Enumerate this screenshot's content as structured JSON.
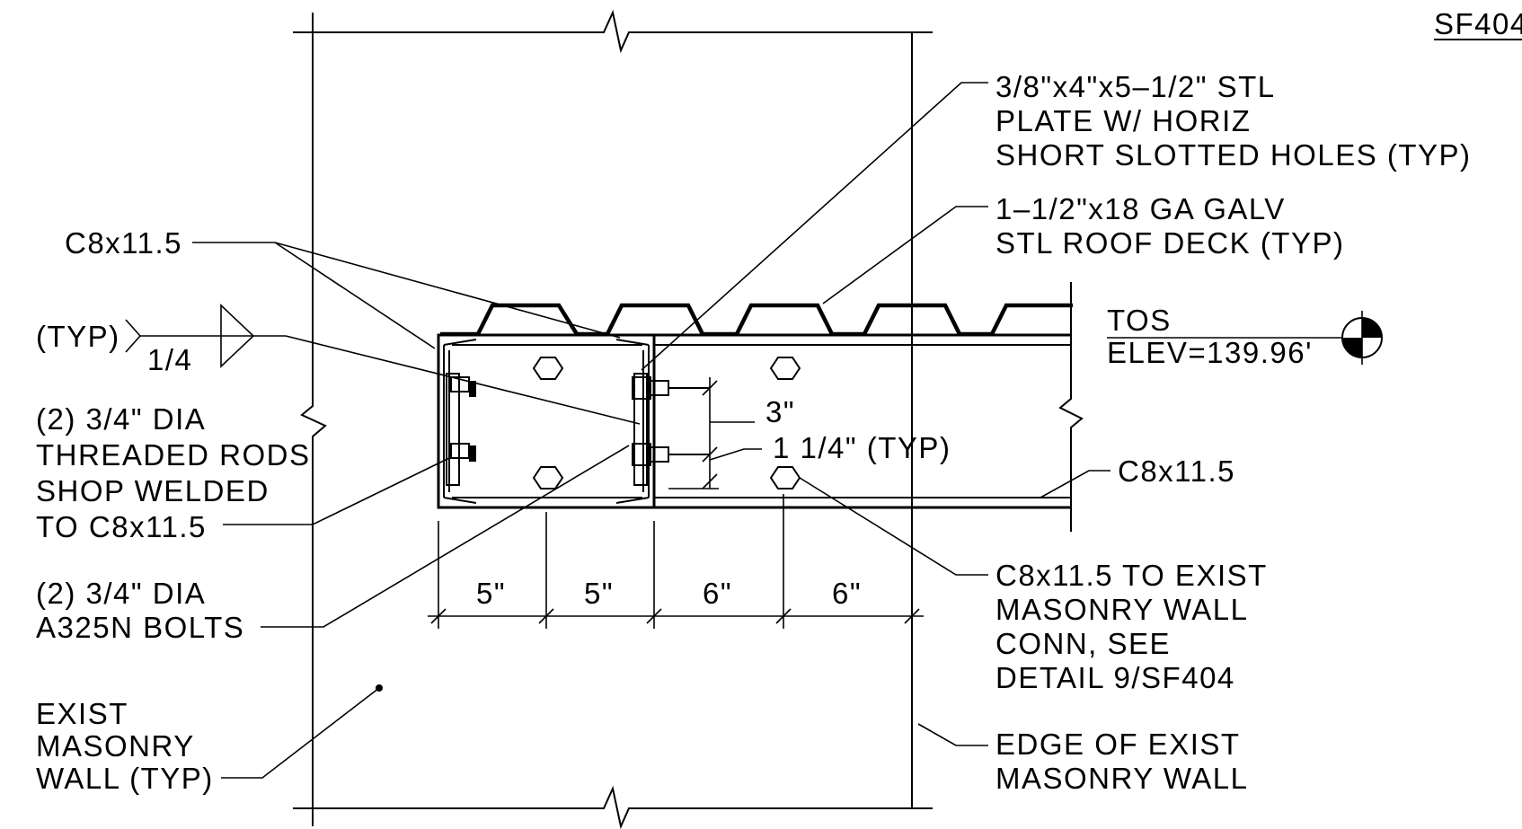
{
  "sheet_ref": "SF404",
  "labels": {
    "plate_line1": "3/8\"x4\"x5–1/2\" STL",
    "plate_line2": "PLATE W/ HORIZ",
    "plate_line3": "SHORT SLOTTED HOLES (TYP)",
    "deck_line1": "1–1/2\"x18 GA GALV",
    "deck_line2": "STL ROOF DECK (TYP)",
    "channel_top": "C8x11.5",
    "weld_typ": "(TYP)",
    "weld_size": "1/4",
    "rods_line1": "(2) 3/4\" DIA",
    "rods_line2": "THREADED RODS",
    "rods_line3": "SHOP WELDED",
    "rods_line4": "TO C8x11.5",
    "bolts_line1": "(2) 3/4\" DIA",
    "bolts_line2": "A325N BOLTS",
    "wall_line1": "EXIST",
    "wall_line2": "MASONRY",
    "wall_line3": "WALL (TYP)",
    "tos_line1": "TOS",
    "tos_line2": "ELEV=139.96'",
    "channel_right": "C8x11.5",
    "conn_line1": "C8x11.5 TO EXIST",
    "conn_line2": "MASONRY WALL",
    "conn_line3": "CONN, SEE",
    "conn_line4": "DETAIL 9/SF404",
    "edge_line1": "EDGE OF EXIST",
    "edge_line2": "MASONRY WALL",
    "dim_3": "3\"",
    "dim_1_25": "1 1/4\" (TYP)"
  },
  "dimensions": [
    "5\"",
    "5\"",
    "6\"",
    "6\""
  ]
}
